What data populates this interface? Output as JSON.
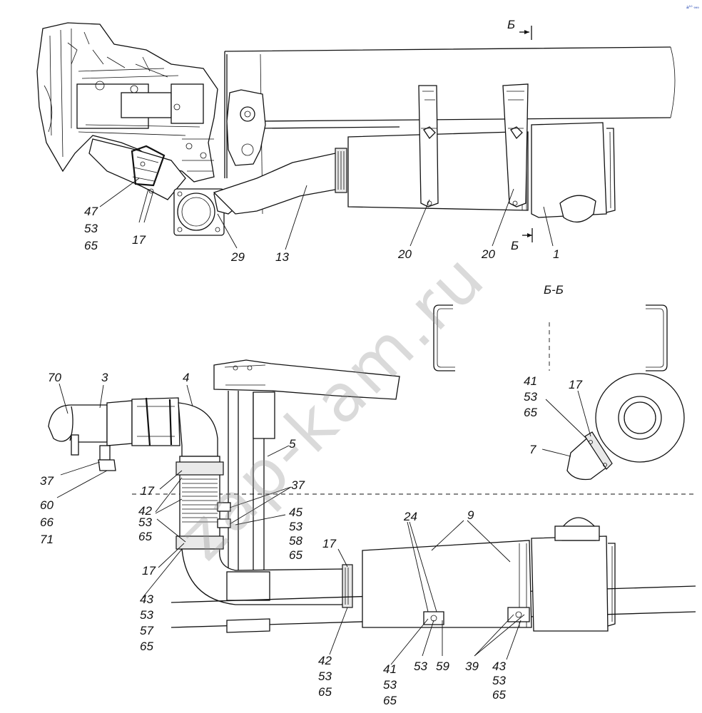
{
  "corner_mark": "а¹⁰ ₉₉₉",
  "watermark": "zap-kam.ru",
  "section_title": "Б-Б",
  "section_marks": {
    "top": "Б",
    "bottom": "Б"
  },
  "top_view": {
    "labels": {
      "l47": "47",
      "l53": "53",
      "l65": "65",
      "l17": "17",
      "l29": "29",
      "l13": "13",
      "l20a": "20",
      "l20b": "20",
      "l1": "1"
    }
  },
  "section_view": {
    "labels": {
      "l41": "41",
      "l53": "53",
      "l65": "65",
      "l17": "17",
      "l7": "7"
    }
  },
  "bottom_view": {
    "labels": {
      "l70": "70",
      "l3": "3",
      "l4": "4",
      "l5": "5",
      "l37a": "37",
      "l60": "60",
      "l66": "66",
      "l71": "71",
      "l17a": "17",
      "l42a": "42",
      "l53a": "53",
      "l65a": "65",
      "l17b": "17",
      "l43a": "43",
      "l53b": "53",
      "l57": "57",
      "l65b": "65",
      "l37b": "37",
      "l45": "45",
      "l53c": "53",
      "l58": "58",
      "l65c": "65",
      "l17c": "17",
      "l24": "24",
      "l9": "9",
      "l42b": "42",
      "l53d": "53",
      "l65d": "65",
      "l41": "41",
      "l53e": "53",
      "l65e": "65",
      "l53f": "53",
      "l59": "59",
      "l39": "39",
      "l43b": "43",
      "l53g": "53",
      "l65f": "65"
    }
  }
}
